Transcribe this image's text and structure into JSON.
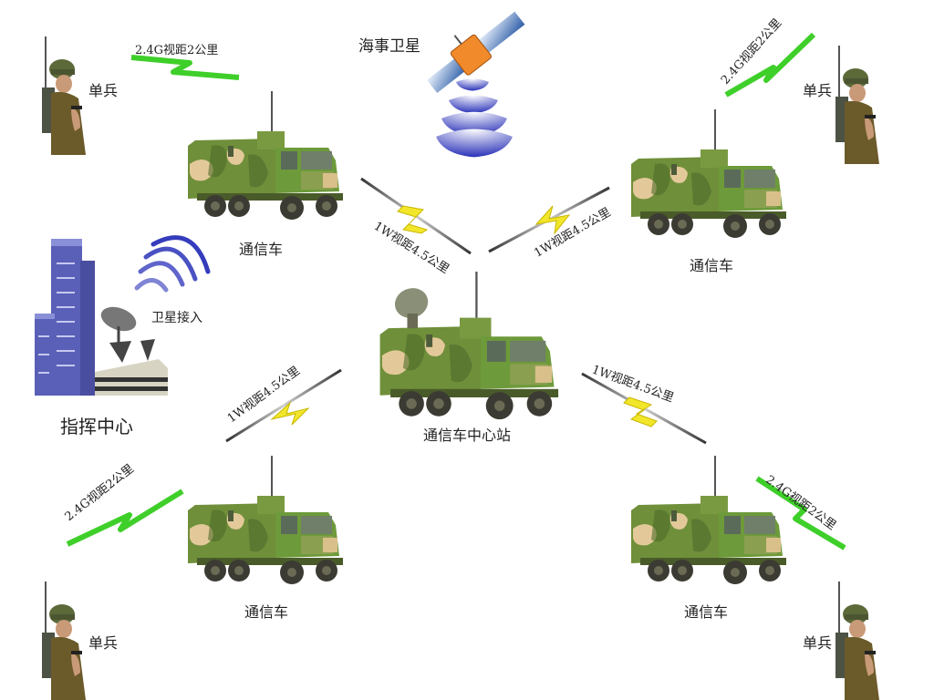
{
  "nodes": {
    "satellite": {
      "label": "海事卫星"
    },
    "command_center": {
      "label": "指挥中心",
      "uplink_label": "卫星接入"
    },
    "hub_vehicle": {
      "label": "通信车中心站"
    },
    "vehicle_top_left": {
      "label": "通信车"
    },
    "vehicle_top_right": {
      "label": "通信车"
    },
    "vehicle_bottom_left": {
      "label": "通信车"
    },
    "vehicle_bottom_right": {
      "label": "通信车"
    },
    "soldier_top_left": {
      "label": "单兵"
    },
    "soldier_top_right": {
      "label": "单兵"
    },
    "soldier_bottom_left": {
      "label": "单兵"
    },
    "soldier_bottom_right": {
      "label": "单兵"
    }
  },
  "links": {
    "soldier_tl_to_vehicle_tl": {
      "label": "2.4G视距2公里",
      "type": "2.4G",
      "color": "#3fcf2a"
    },
    "soldier_tr_to_vehicle_tr": {
      "label": "2.4G视距2公里",
      "type": "2.4G",
      "color": "#3fcf2a"
    },
    "soldier_bl_to_vehicle_bl": {
      "label": "2.4G视距2公里",
      "type": "2.4G",
      "color": "#3fcf2a"
    },
    "soldier_br_to_vehicle_br": {
      "label": "2.4G视距2公里",
      "type": "2.4G",
      "color": "#3fcf2a"
    },
    "vehicle_tl_to_hub": {
      "label": "1W视距4.5公里",
      "type": "1W",
      "color": "#f2e62a"
    },
    "vehicle_tr_to_hub": {
      "label": "1W视距4.5公里",
      "type": "1W",
      "color": "#f2e62a"
    },
    "vehicle_bl_to_hub": {
      "label": "1W视距4.5公里",
      "type": "1W",
      "color": "#f2e62a"
    },
    "vehicle_br_to_hub": {
      "label": "1W视距4.5公里",
      "type": "1W",
      "color": "#f2e62a"
    }
  },
  "colors": {
    "wave_blue": "#2a32b8",
    "building_blue": "#5a5fb8",
    "camo_green": "#6f8f3a",
    "camo_tan": "#e3c99a",
    "satellite_orange": "#f08a2a"
  }
}
